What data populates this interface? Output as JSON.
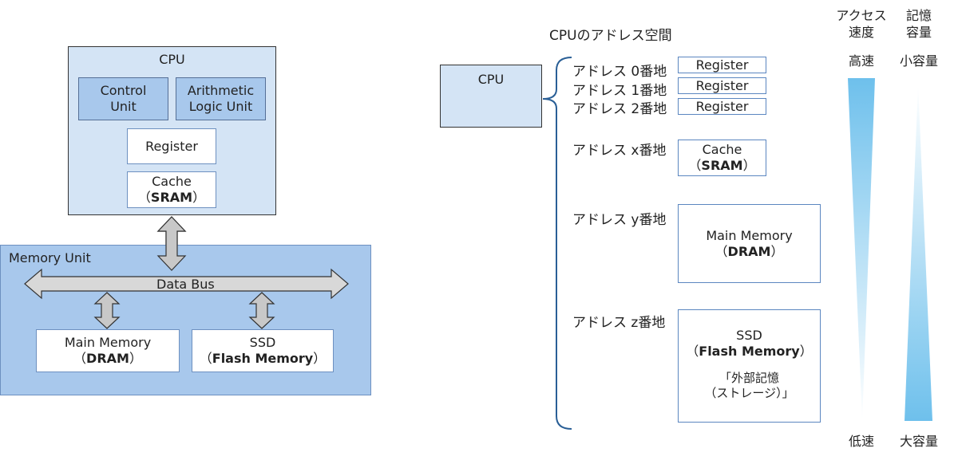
{
  "left": {
    "cpu_title": "CPU",
    "control_unit": [
      "Control",
      "Unit"
    ],
    "alu": [
      "Arithmetic",
      "Logic Unit"
    ],
    "register": "Register",
    "cache": {
      "line1": "Cache",
      "open": "（",
      "bold": "SRAM",
      "close": "）"
    },
    "memory_unit_title": "Memory Unit",
    "data_bus": "Data Bus",
    "main_memory": {
      "line1": "Main Memory",
      "open": "（",
      "bold": "DRAM",
      "close": "）"
    },
    "ssd": {
      "line1": "SSD",
      "open": "（",
      "bold": "Flash Memory",
      "close": "）"
    }
  },
  "right": {
    "heading": "CPUのアドレス空間",
    "cpu_label": "CPU",
    "addresses": [
      {
        "label": "アドレス 0番地",
        "box": "Register"
      },
      {
        "label": "アドレス 1番地",
        "box": "Register"
      },
      {
        "label": "アドレス 2番地",
        "box": "Register"
      }
    ],
    "addr_x": "アドレス x番地",
    "cache": {
      "line1": "Cache",
      "open": "（",
      "bold": "SRAM",
      "close": "）"
    },
    "addr_y": "アドレス y番地",
    "main_memory": {
      "line1": "Main Memory",
      "open": "（",
      "bold": "DRAM",
      "close": "）"
    },
    "addr_z": "アドレス z番地",
    "ssd": {
      "line1": "SSD",
      "open": "（",
      "bold": "Flash Memory",
      "close": "）",
      "note1": "「外部記憶",
      "note2": "（ストレージ）」"
    }
  },
  "speed_column": {
    "head1": "アクセス",
    "head2": "速度",
    "top": "高速",
    "bottom": "低速",
    "color": "#5bb8e8"
  },
  "capacity_column": {
    "head1": "記憶",
    "head2": "容量",
    "top": "小容量",
    "bottom": "大容量",
    "color": "#5bb8e8"
  }
}
